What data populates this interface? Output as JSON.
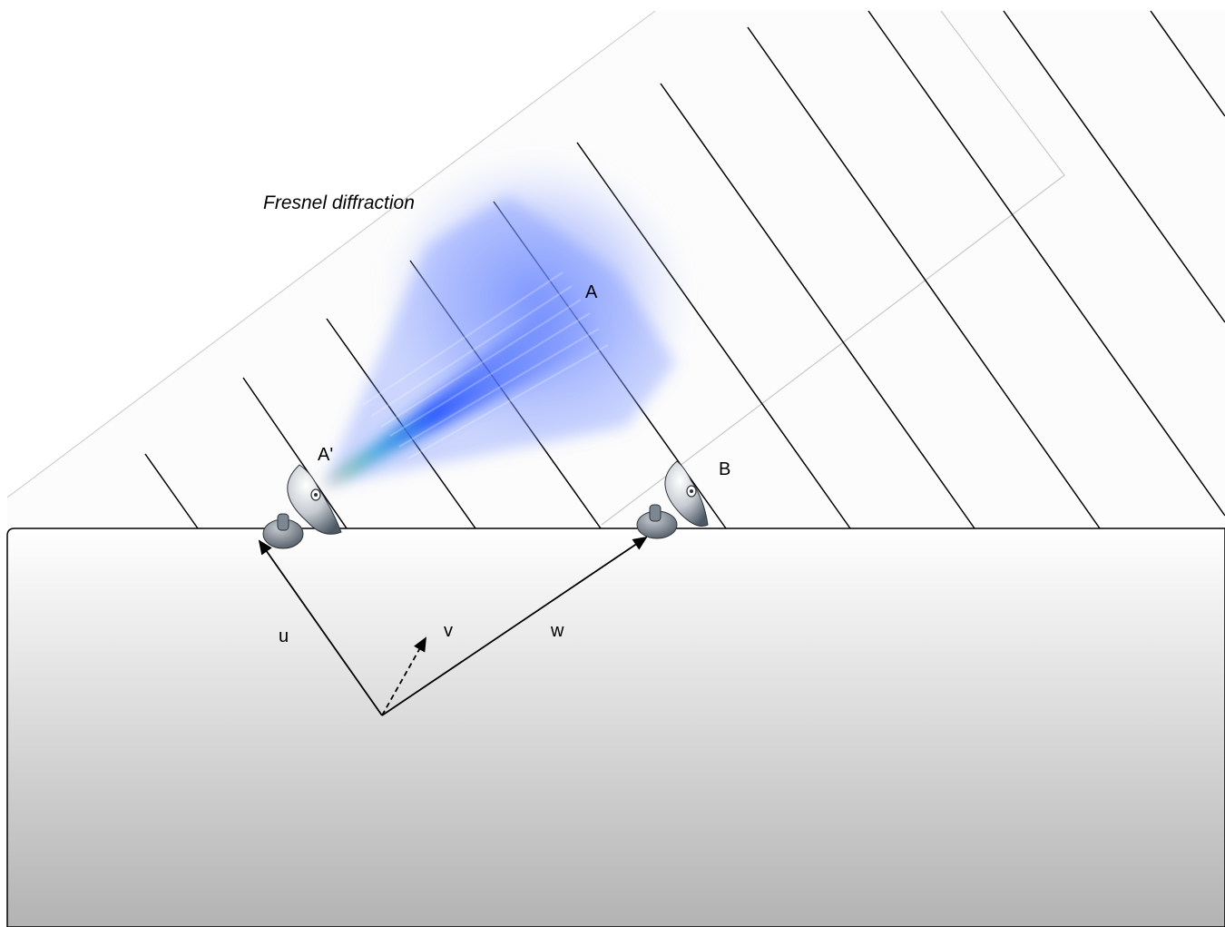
{
  "diagram": {
    "title": "Fresnel diffraction",
    "points": {
      "a": "A",
      "a_prime": "A'",
      "b": "B"
    },
    "vectors": {
      "u": "u",
      "v": "v",
      "w": "w"
    },
    "colors": {
      "ground_top": "#ffffff",
      "ground_bottom": "#b3b3b3",
      "beam_core": "#3a66ff",
      "beam_hot": "#d63b1a",
      "fringe_line": "#000000",
      "band_edge": "#bfbfbf"
    },
    "icons": [
      "dish-antenna-icon-a",
      "dish-antenna-icon-b"
    ]
  }
}
